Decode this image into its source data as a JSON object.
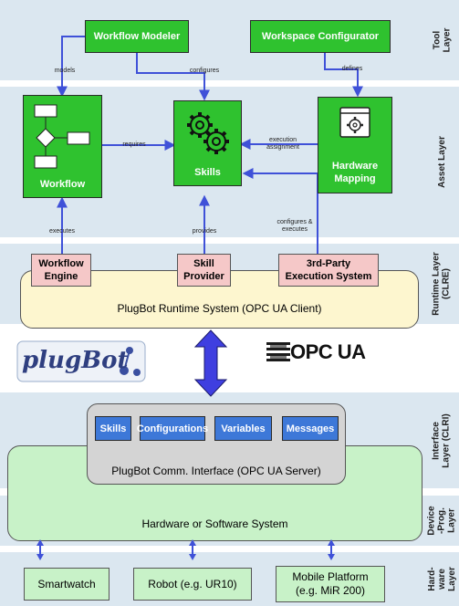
{
  "layers": {
    "tool": "Tool\nLayer",
    "asset": "Asset Layer",
    "runtime": "Runtime Layer\n(CLRE)",
    "interface": "Interface\nLayer (CLRI)",
    "device": "Device\n-Prog.\nLayer",
    "hardware": "Hard-\nware\nLayer"
  },
  "tool": {
    "workflow_modeler": "Workflow Modeler",
    "workspace_configurator": "Workspace Configurator"
  },
  "asset": {
    "workflow": "Workflow",
    "skills": "Skills",
    "hardware_mapping": "Hardware\nMapping"
  },
  "edges": {
    "models": "models",
    "configures": "configures",
    "defines": "defines",
    "requires": "requires",
    "execution_assignment": "execution\nassignment",
    "executes": "executes",
    "provides": "provides",
    "configures_executes": "configures &\nexecutes"
  },
  "runtime": {
    "workflow_engine": "Workflow\nEngine",
    "skill_provider": "Skill\nProvider",
    "third_party": "3rd-Party\nExecution System",
    "system": "PlugBot Runtime System (OPC UA Client)"
  },
  "logos": {
    "plugbot": "plugBot",
    "opcua": "OPC UA"
  },
  "interface": {
    "skills": "Skills",
    "configurations": "Configurations",
    "variables": "Variables",
    "messages": "Messages",
    "comm": "PlugBot Comm. Interface (OPC UA Server)"
  },
  "device": {
    "system": "Hardware or Software System"
  },
  "hardware": {
    "smartwatch": "Smartwatch",
    "robot": "Robot (e.g. UR10)",
    "mobile": "Mobile Platform\n(e.g. MiR 200)"
  },
  "colors": {
    "layer_band": "#dbe7f0",
    "tool_green": "#2fc22f",
    "engine_pink": "#f5c8c8",
    "runtime_yellow": "#fdf6cf",
    "interface_gray": "#d4d4d4",
    "blue_box": "#3d78d8",
    "light_green": "#c8f2c8",
    "arrow_blue": "#3f51d8"
  }
}
